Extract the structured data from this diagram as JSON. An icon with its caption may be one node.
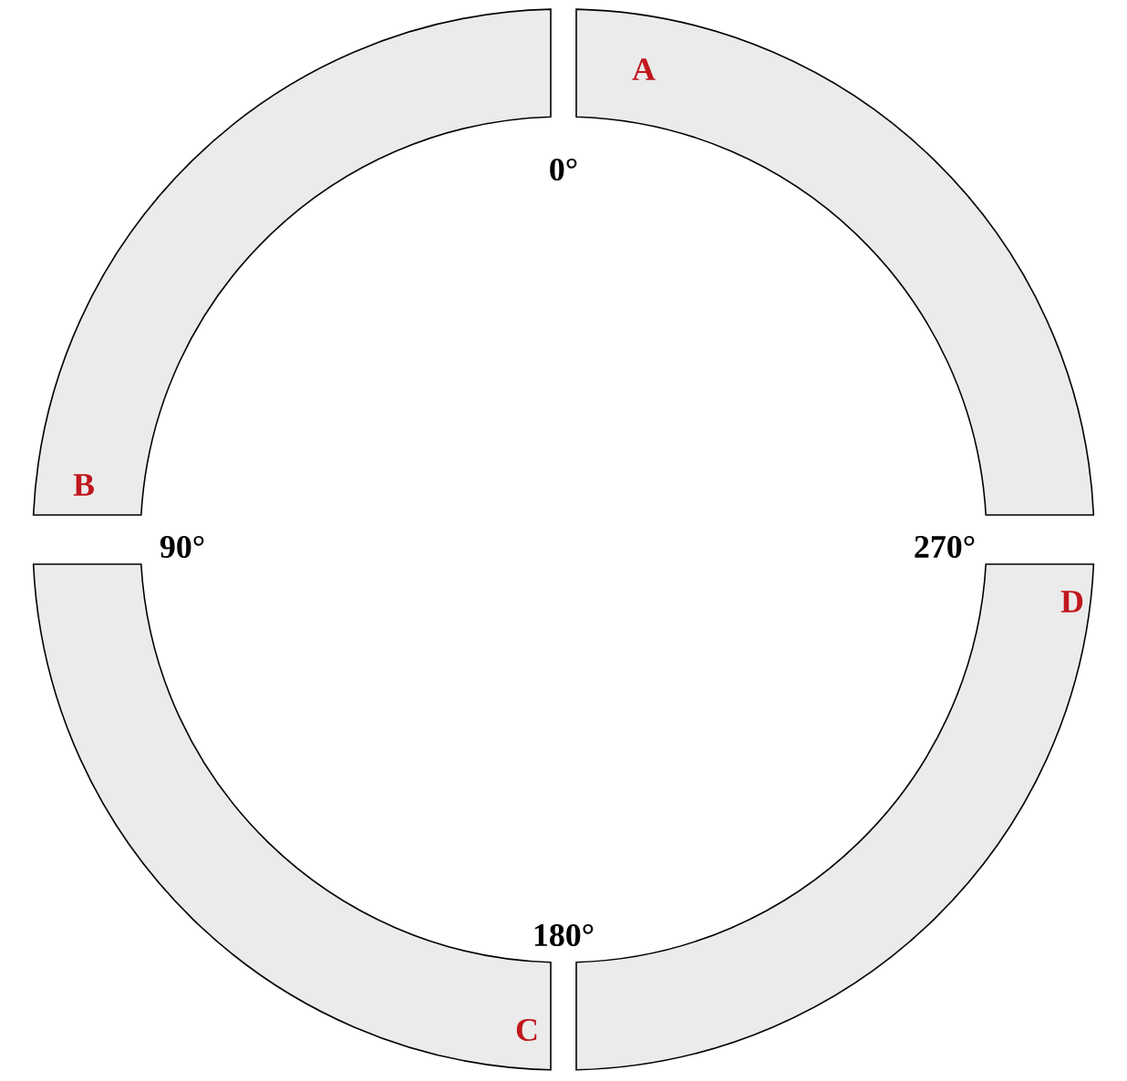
{
  "diagram": {
    "nodes": [
      {
        "text": [
          "A"
        ]
      },
      {
        "text": [
          "B"
        ]
      },
      {
        "text": [
          "D"
        ]
      },
      {
        "text": [
          "C"
        ]
      }
    ],
    "labels": [
      "0°",
      "90°",
      "270°",
      "180°"
    ]
  }
}
